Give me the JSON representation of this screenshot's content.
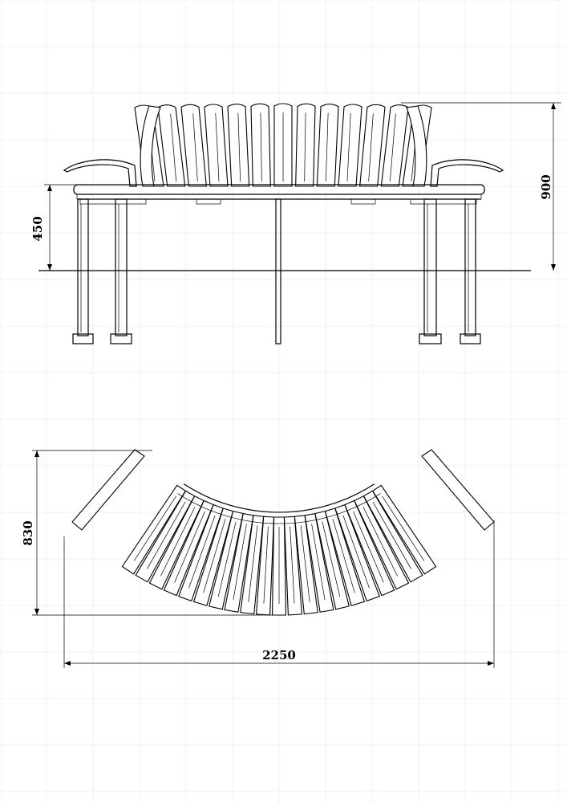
{
  "dimensions": {
    "seat_height": "450",
    "total_height": "900",
    "depth": "830",
    "width": "2250"
  }
}
